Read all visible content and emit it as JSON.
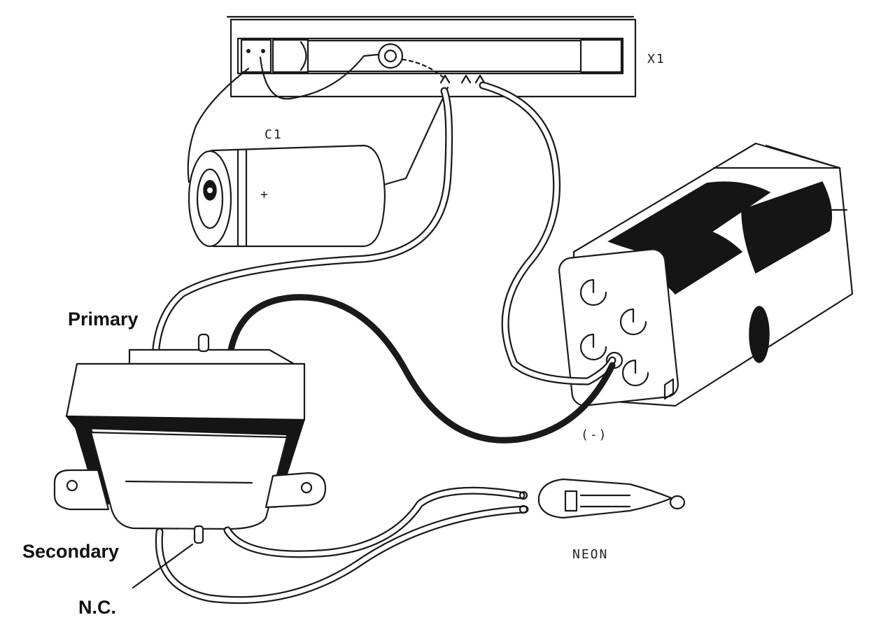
{
  "labels": {
    "x1": "X1",
    "c1": "C1",
    "plus": "+",
    "primary": "Primary",
    "secondary": "Secondary",
    "nc": "N.C.",
    "neg": "(-)",
    "neon": "NEON"
  }
}
